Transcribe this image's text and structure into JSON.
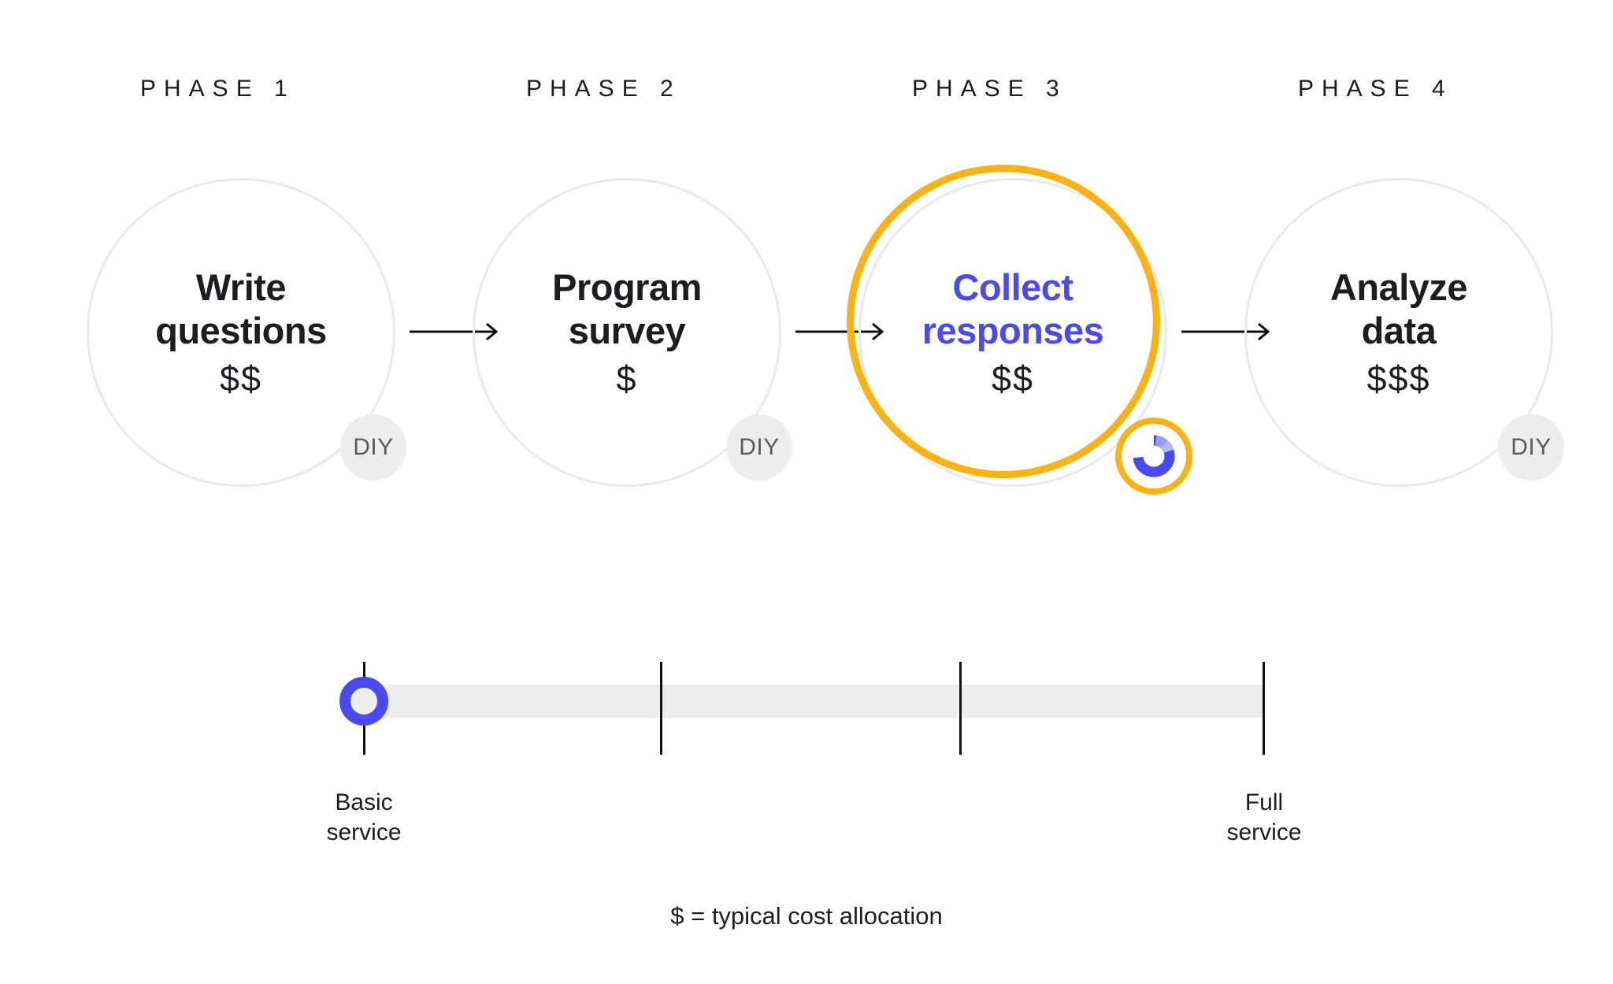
{
  "diagram": {
    "title_hidden": "",
    "colors": {
      "accent_orange": "#FBB215",
      "accent_blue": "#4B4AF0",
      "ring_gray": "#E9E9E9",
      "badge_gray": "#EDEDED",
      "text_dark": "#1D1D21",
      "badge_text": "#5A5A5F",
      "progress_light": "#A7A8F7"
    },
    "phases": [
      {
        "header": "PHASE 1",
        "title_line1": "Write",
        "title_line2": "questions",
        "cost": "$$",
        "badge": "DIY",
        "badge_type": "diy",
        "active": false
      },
      {
        "header": "PHASE 2",
        "title_line1": "Program",
        "title_line2": "survey",
        "cost": "$",
        "badge": "DIY",
        "badge_type": "diy",
        "active": false
      },
      {
        "header": "PHASE 3",
        "title_line1": "Collect",
        "title_line2": "responses",
        "cost": "$$",
        "badge": "",
        "badge_type": "progress",
        "active": true,
        "progress_percent": 72
      },
      {
        "header": "PHASE 4",
        "title_line1": "Analyze",
        "title_line2": "data",
        "cost": "$$$",
        "badge": "DIY",
        "badge_type": "diy",
        "active": false
      }
    ],
    "slider": {
      "tick_count": 4,
      "handle_position_index": 0,
      "left_label": "Basic\nservice",
      "right_label": "Full\nservice"
    },
    "footnote": "$ = typical cost allocation"
  }
}
